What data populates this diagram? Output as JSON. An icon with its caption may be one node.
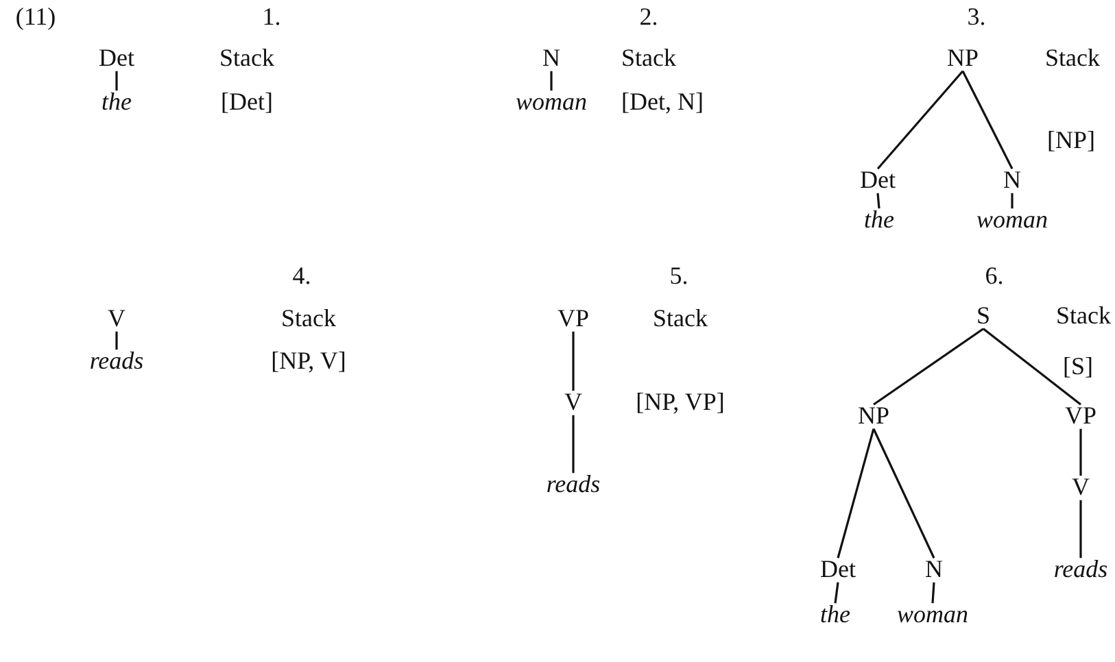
{
  "diagram": {
    "nodes": [
      {
        "text": [
          "Det"
        ]
      },
      {
        "text": [
          "the"
        ]
      },
      {
        "text": [
          "N"
        ]
      },
      {
        "text": [
          "woman"
        ]
      },
      {
        "text": [
          "NP"
        ]
      },
      {
        "text": [
          "Det"
        ]
      },
      {
        "text": [
          "N"
        ]
      },
      {
        "text": [
          "the"
        ]
      },
      {
        "text": [
          "woman"
        ]
      },
      {
        "text": [
          "V"
        ]
      },
      {
        "text": [
          "reads"
        ]
      },
      {
        "text": [
          "VP"
        ]
      },
      {
        "text": [
          "V"
        ]
      },
      {
        "text": [
          "reads"
        ]
      },
      {
        "text": [
          "S"
        ]
      },
      {
        "text": [
          "NP"
        ]
      },
      {
        "text": [
          "VP"
        ]
      },
      {
        "text": [
          "Det"
        ]
      },
      {
        "text": [
          "N"
        ]
      },
      {
        "text": [
          "V"
        ]
      },
      {
        "text": [
          "the"
        ]
      },
      {
        "text": [
          "woman"
        ]
      },
      {
        "text": [
          "reads"
        ]
      }
    ],
    "edges": [
      {
        "from": 0,
        "to": 1,
        "arrow": "none"
      },
      {
        "from": 2,
        "to": 3,
        "arrow": "none"
      },
      {
        "from": 4,
        "to": 5,
        "arrow": "none"
      },
      {
        "from": 4,
        "to": 6,
        "arrow": "none"
      },
      {
        "from": 5,
        "to": 7,
        "arrow": "none"
      },
      {
        "from": 6,
        "to": 8,
        "arrow": "none"
      },
      {
        "from": 9,
        "to": 10,
        "arrow": "none"
      },
      {
        "from": 11,
        "to": 12,
        "arrow": "none"
      },
      {
        "from": 12,
        "to": 13,
        "arrow": "none"
      },
      {
        "from": 14,
        "to": 15,
        "arrow": "none"
      },
      {
        "from": 14,
        "to": 16,
        "arrow": "none"
      },
      {
        "from": 15,
        "to": 17,
        "arrow": "none"
      },
      {
        "from": 15,
        "to": 18,
        "arrow": "none"
      },
      {
        "from": 16,
        "to": 19,
        "arrow": "none"
      },
      {
        "from": 19,
        "to": 22,
        "arrow": "none"
      },
      {
        "from": 17,
        "to": 20,
        "arrow": "none"
      },
      {
        "from": 18,
        "to": 21,
        "arrow": "none"
      }
    ],
    "labels": [
      "(11)",
      "1.",
      "2.",
      "3.",
      "Stack",
      "Stack",
      "Stack",
      "[Det]",
      "[Det, N]",
      "[NP]",
      "4.",
      "5.",
      "6.",
      "Stack",
      "Stack",
      "Stack",
      "[NP, V]",
      "[NP, VP]",
      "[S]"
    ]
  }
}
